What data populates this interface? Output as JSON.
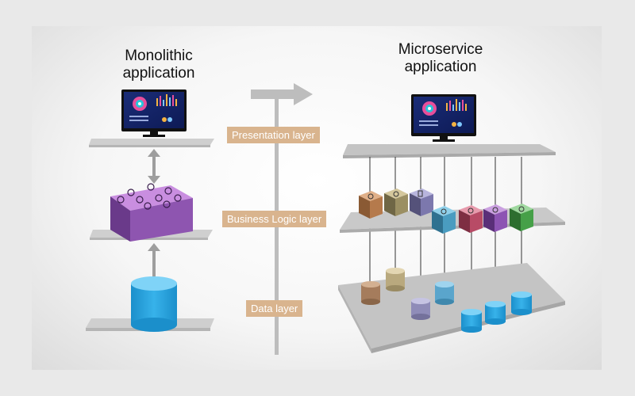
{
  "monolithic": {
    "title_line1": "Monolithic",
    "title_line2": "application"
  },
  "microservice": {
    "title_line1": "Microservice",
    "title_line2": "application"
  },
  "layers": {
    "presentation": "Presentation layer",
    "business": "Business Logic layer",
    "data": "Data layer"
  },
  "colors": {
    "label_bg": "#d9b48e",
    "monolith_cube": "#9b59b6",
    "monolith_db": "#2fa7df",
    "platform": "#c8c8c8"
  },
  "microservice_cube_colors": [
    "#c98b5a",
    "#a89b6a",
    "#8a86b8",
    "#4da3c6",
    "#c45a72",
    "#9b59b6",
    "#4caf50"
  ],
  "microservice_db_colors": [
    "#b08a6a",
    "#c8b48a",
    "#9a98c0",
    "#5fa8cf",
    "#2fa7df",
    "#2fa7df",
    "#2fa7df"
  ]
}
